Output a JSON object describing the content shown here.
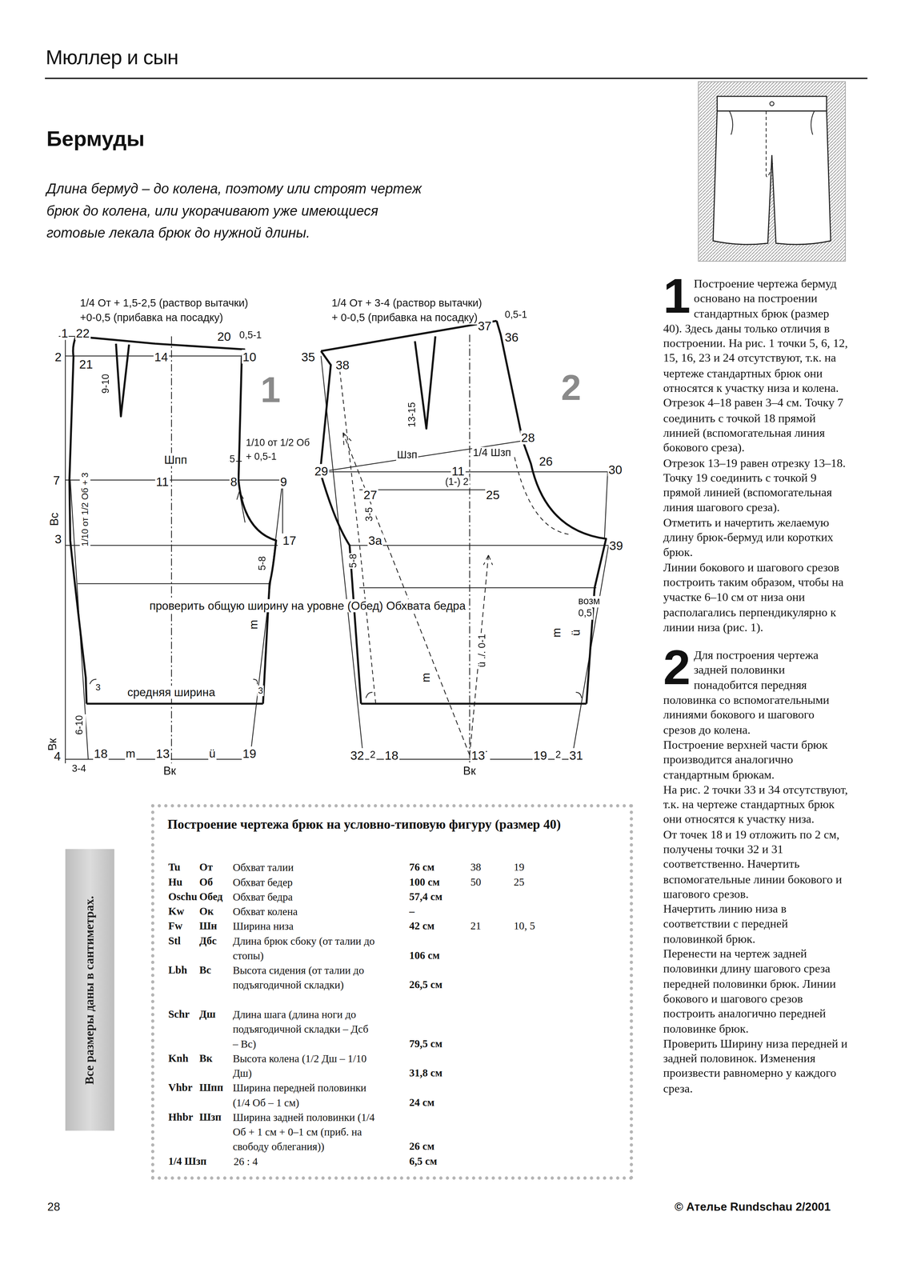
{
  "diagram": {
    "title": "Бермуды",
    "nodes": [
      {
        "text": [
          "Все размеры даны в сантиметрах."
        ]
      },
      {
        "text": [
          "Построение чертежа брюк на условно-типовую фигуру (размер 40)"
        ]
      }
    ],
    "labels": [
      "Мюллер и сын",
      "Длина бермуд – до колена, поэтому или строят чертеж брюк до колена, или укорачивают уже имеющиеся готовые лекала брюк до нужной длины.",
      "1",
      "Построение чертежа бермуд основано на построении стандартных брюк (размер 40). Здесь даны только отличия в построении. На рис. 1 точки 5, 6, 12, 15, 16, 23 и 24 отсутствуют, т.к. на чертеже стандартных брюк они относятся к участку низа и колена.",
      "Отрезок 4–18 равен 3–4 см. Точку 7 соединить с точкой 18 прямой линией (вспомогательная линия бокового среза).",
      "Отрезок 13–19 равен отрезку 13–18. Точку 19 соединить с точкой 9 прямой линией (вспомогательная линия шагового среза).",
      "Отметить и начертить желаемую длину брюк-бермуд или коротких брюк.",
      "Линии бокового и шагового срезов построить таким образом, чтобы на участке 6–10 см от низа они располагались перпендикулярно к линии низа (рис. 1).",
      "2",
      "Для построения чертежа задней половинки понадобится передняя половинка со вспомогательными линиями бокового и шагового срезов до колена.",
      "Построение верхней части брюк производится аналогично стандартным брюкам.",
      "На рис. 2 точки 33 и 34 отсутствуют, т.к. на чертеже стандартных брюк они относятся к участку низа.",
      "От точек 18 и 19 отложить по 2 см, получены точки 32 и 31 соответственно. Начертить вспомогательные линии бокового и шагового срезов.",
      "Начертить линию низа в соответствии с передней половинкой брюк.",
      "Перенести на чертеж задней половинки длину шагового среза передней половинки брюк. Линии бокового и шагового срезов построить аналогично передней половинке брюк.",
      "Проверить Ширину низа передней и задней половинок. Изменения произвести равномерно у каждого среза.",
      "1/4 От + 1,5-2,5 (раствор вытачки)",
      "+0-0,5 (прибавка на посадку)",
      "1",
      "22",
      "20",
      "0,5-1",
      "2",
      "21",
      "14",
      "10",
      "9-10",
      "1",
      "1/10 от 1/2 Об",
      "+ 0,5-1",
      "Шпп",
      "5",
      "7",
      "11",
      "8",
      "9",
      "1/10 от 1/2 Об + 3",
      "Вс",
      "3",
      "17",
      "5-8",
      "проверить общую ширину на уровне (Обед) Обхвата бедра",
      "m",
      "средняя ширина",
      "3",
      "3",
      "Вк",
      "6-10",
      "4",
      "18",
      "m",
      "13",
      "ü",
      "19",
      "3-4",
      "Вк",
      "1/4 От + 3-4 (раствор вытачки)",
      "+ 0-0,5 (прибавка на посадку)",
      "0,5-1",
      "37",
      "36",
      "35",
      "38",
      "2",
      "13-15",
      "28",
      "Шзп",
      "1/4 Шзп",
      "26",
      "29",
      "11",
      "30",
      "(1-) 2",
      "27",
      "25",
      "3-5",
      "3а",
      "5-8",
      "39",
      "возм",
      "0,5",
      "m",
      "ü",
      "ü ./. 0-1",
      "m",
      "32",
      "2",
      "18",
      "13˙",
      "19",
      "2",
      "31",
      "Вк",
      "1/2",
      "1/4",
      "Tu",
      "От",
      "Обхват талии",
      "76 см",
      "38",
      "19",
      "Hu",
      "Об",
      "Обхват бедер",
      "100 см",
      "50",
      "25",
      "Oschu",
      "Обед",
      "Обхват бедра",
      "57,4 см",
      "Kw",
      "Ок",
      "Обхват колена",
      "–",
      "Fw",
      "Шн",
      "Ширина низа",
      "42 см",
      "21",
      "10, 5",
      "Stl",
      "Дбс",
      "Длина брюк сбоку (от талии до стопы)",
      "106 см",
      "Lbh",
      "Вс",
      "Высота сидения (от талии до подъягодичной складки)",
      "26,5 см",
      "Schr",
      "Дш",
      "Длина шага (длина ноги до подъягодичной складки – Дсб – Вс)",
      "79,5 см",
      "Knh",
      "Вк",
      "Высота колена (1/2 Дш – 1/10 Дш)",
      "31,8 см",
      "Vhbr",
      "Шпп",
      "Ширина передней половинки (1/4 Об – 1 см)",
      "24 см",
      "Hhbr",
      "Шзп",
      "Ширина задней половинки (1/4 Об + 1 см + 0–1 см (приб. на свободу облегания))",
      "26 см",
      "1/4 Шзп",
      "26 : 4",
      "6,5 см",
      "28",
      "© Ателье Rundschau 2/2001"
    ]
  }
}
